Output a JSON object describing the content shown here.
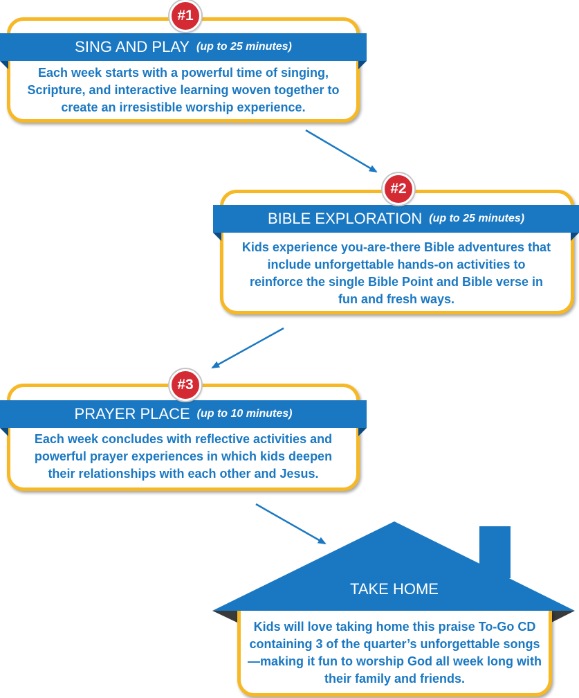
{
  "steps": [
    {
      "badge": "#1",
      "title": "SING AND PLAY",
      "duration": "(up to 25 minutes)",
      "description": "Each week starts with a powerful time of singing, Scripture, and interactive learning woven together to create an irresistible worship experience."
    },
    {
      "badge": "#2",
      "title": "BIBLE EXPLORATION",
      "duration": "(up to 25 minutes)",
      "description": "Kids experience you-are-there Bible adventures that include unforgettable hands-on activities to reinforce the single Bible Point and Bible verse in fun and fresh ways."
    },
    {
      "badge": "#3",
      "title": "PRAYER PLACE",
      "duration": "(up to 10 minutes)",
      "description": "Each week concludes with reflective activities and powerful prayer experiences in which kids deepen their relationships with each other and Jesus."
    }
  ],
  "take_home": {
    "title": "TAKE HOME",
    "description": "Kids will love taking home this praise To-Go CD containing 3 of the quarter’s unforgettable songs—making it fun to worship God all week long with their family and friends."
  },
  "colors": {
    "accent_blue": "#1a78c2",
    "card_border": "#f7b825",
    "badge_red": "#d42a34",
    "fold_dark": "#0d4a80"
  }
}
